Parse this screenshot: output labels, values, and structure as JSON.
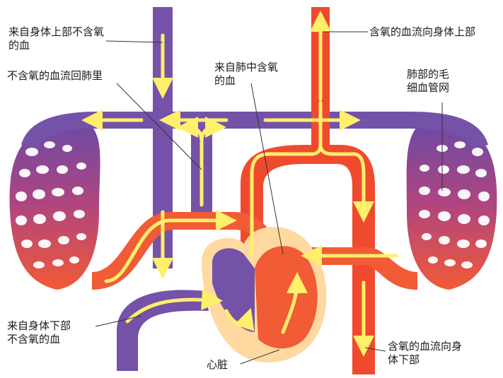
{
  "labels": {
    "upper_body_deoxygenated": [
      "来自身体上部不含氧",
      "的血"
    ],
    "deoxygenated_to_lungs": [
      "不含氧的血流回肺里"
    ],
    "oxygenated_from_lungs": [
      "来自肺中含氧",
      "的血"
    ],
    "oxygenated_to_upper_body": [
      "含氧的血流向身体上部"
    ],
    "lung_capillaries": [
      "肺部的毛",
      "细血管网"
    ],
    "lower_body_deoxygenated": [
      "来自身体下部",
      "不含氧的血"
    ],
    "oxygenated_to_lower_body": [
      "含氧的血流向身",
      "体下部"
    ],
    "heart": [
      "心脏"
    ]
  },
  "colors": {
    "deoxygenated": "#7452a8",
    "oxygenated": "#f15b35",
    "flow_arrow": "#ffef6a",
    "heart_muscle": "#ffd9a0"
  }
}
